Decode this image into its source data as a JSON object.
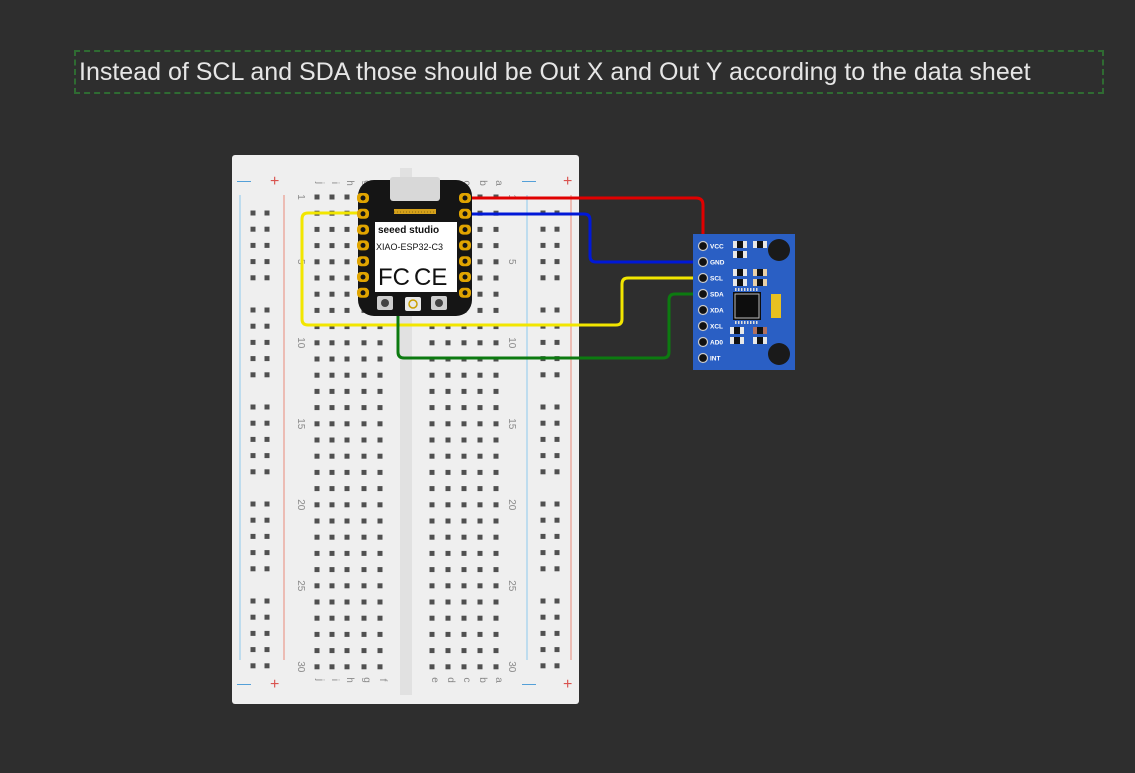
{
  "note": {
    "text": "Instead of SCL and SDA those should be Out X and Out Y according to the data sheet"
  },
  "breadboard": {
    "rail_minus": "—",
    "rail_plus": "+",
    "left_letters": [
      "j",
      "i",
      "h",
      "g",
      "f"
    ],
    "right_letters": [
      "e",
      "d",
      "c",
      "b",
      "a"
    ],
    "row_numbers": [
      "1",
      "5",
      "10",
      "15",
      "20",
      "25",
      "30"
    ]
  },
  "xiao": {
    "brand": "seeed studio",
    "model": "XIAO-ESP32-C3",
    "cert_fc": "FC",
    "cert_ce": "CE"
  },
  "sensor": {
    "pins": [
      "VCC",
      "GND",
      "SCL",
      "SDA",
      "XDA",
      "XCL",
      "AD0",
      "INT"
    ]
  },
  "colors": {
    "background": "#2e2e2e",
    "breadboard": "#efefef",
    "wire_vcc": "#e00000",
    "wire_gnd": "#0018d8",
    "wire_scl": "#f2e600",
    "wire_sda": "#0c7a10",
    "sensor_board": "#2a5fc4",
    "xiao_board": "#151515",
    "pin_gold": "#e0a400"
  },
  "icons": [
    "antenna-icon",
    "ic-chip-icon"
  ]
}
